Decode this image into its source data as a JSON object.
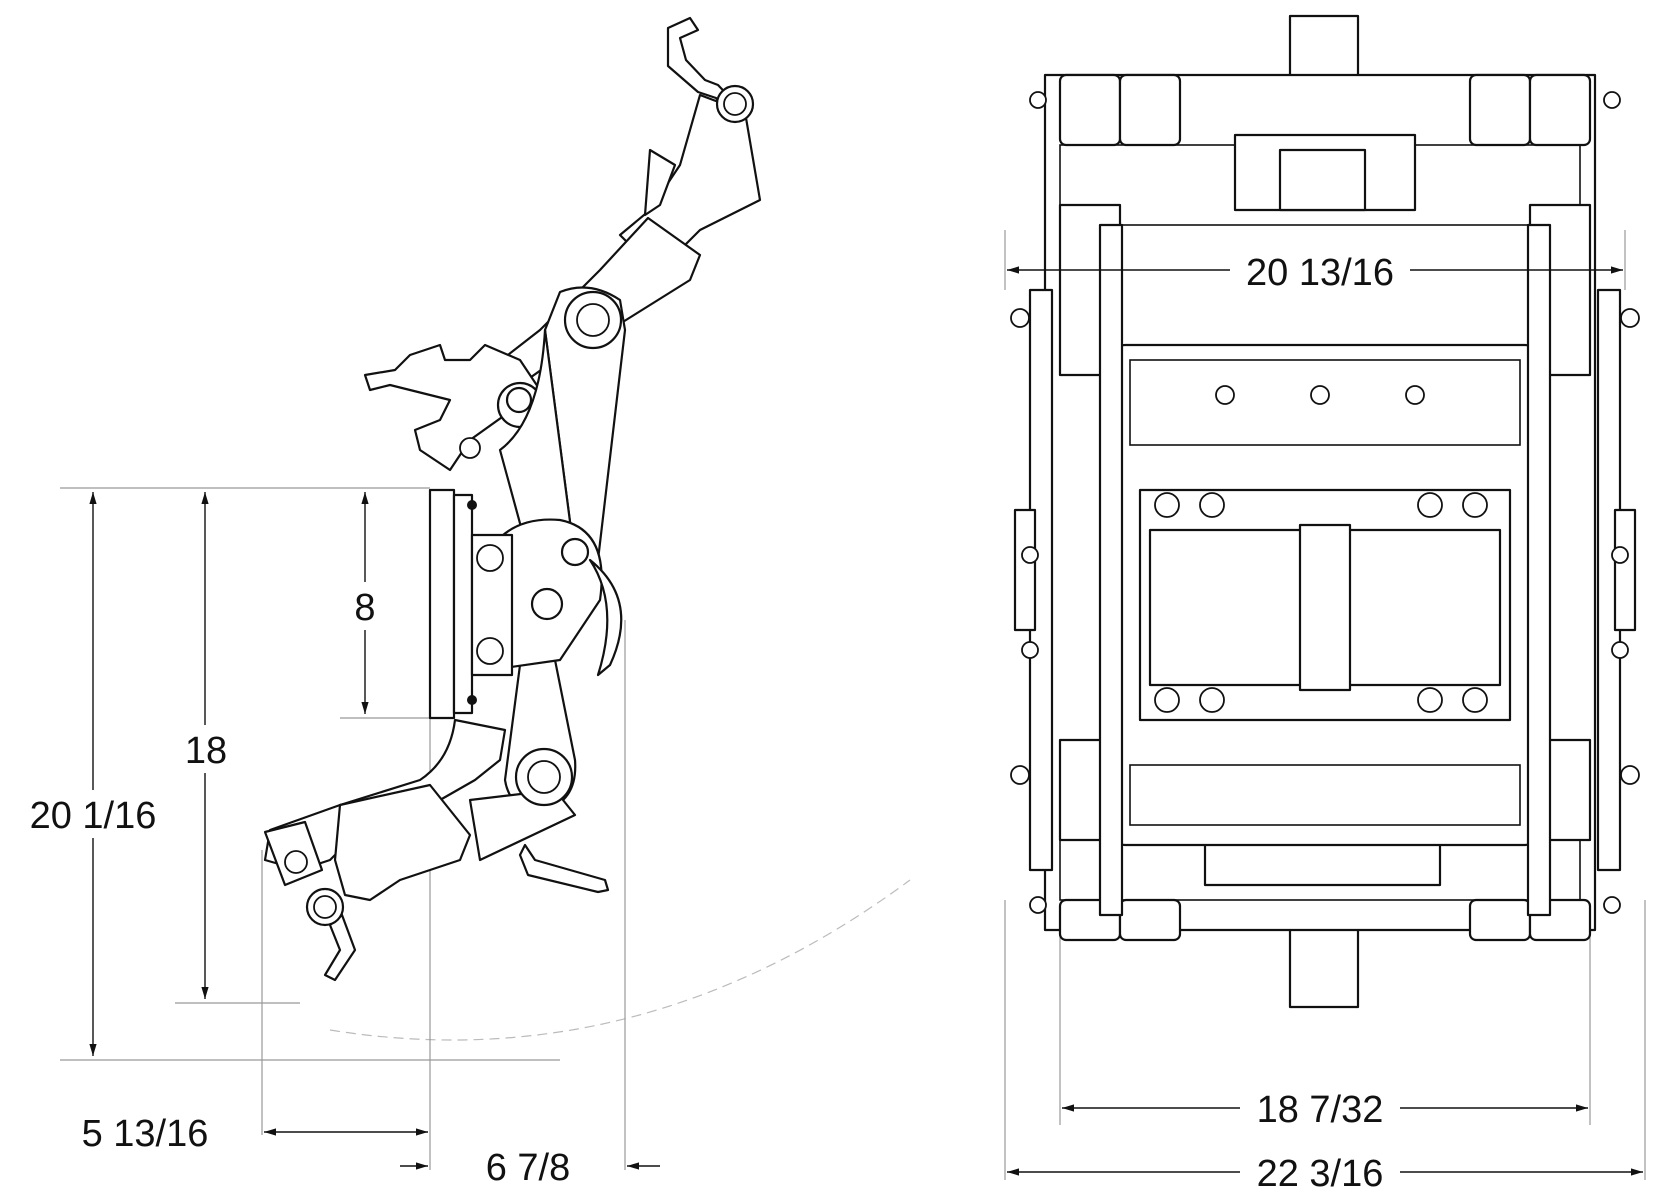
{
  "side_view": {
    "dims": {
      "height_overall": "20 1/16",
      "height_mid": "18",
      "height_plate": "8",
      "width_left": "5 13/16",
      "width_right": "6 7/8"
    }
  },
  "front_view": {
    "dims": {
      "inner_width": "20 13/16",
      "frame_width": "18 7/32",
      "overall_width": "22 3/16"
    }
  }
}
